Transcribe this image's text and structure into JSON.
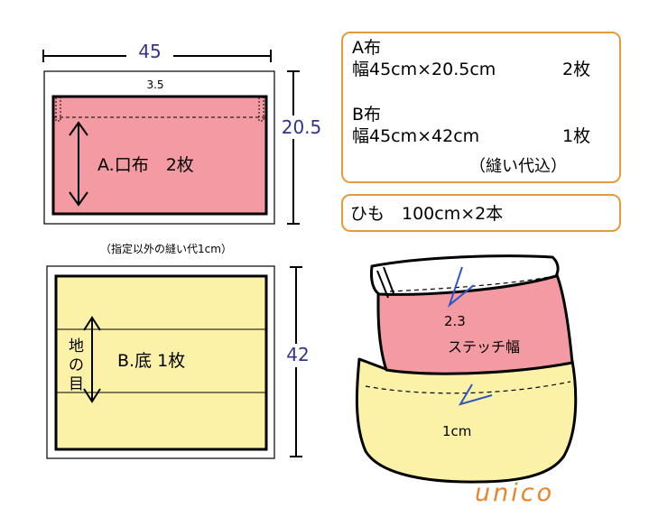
{
  "piece_a": {
    "width_dim": "45",
    "height_dim": "20.5",
    "fold_label": "3.5",
    "label": "A.口布　2枚",
    "fill_color": "#f39aa3"
  },
  "seam_note": "（指定以外の縫い代1cm）",
  "piece_b": {
    "height_dim": "42",
    "label": "B.底  1枚",
    "grain_label": "地の目",
    "fill_color": "#fbf2a7"
  },
  "materials": {
    "a_title": "A布",
    "a_size": "幅45cm×20.5cm",
    "a_count": "2枚",
    "b_title": "B布",
    "b_size": "幅45cm×42cm",
    "b_count": "1枚",
    "allowance_note": "（縫い代込）",
    "border_color": "#e69a3a"
  },
  "string": {
    "label": "ひも　100cm×2本"
  },
  "bag": {
    "stitch_width": "2.3",
    "stitch_label": "ステッチ幅",
    "bottom_seam": "1cm",
    "stroke_color": "#2e58c0"
  },
  "signature": "unico",
  "signature_color": "#e8852a"
}
